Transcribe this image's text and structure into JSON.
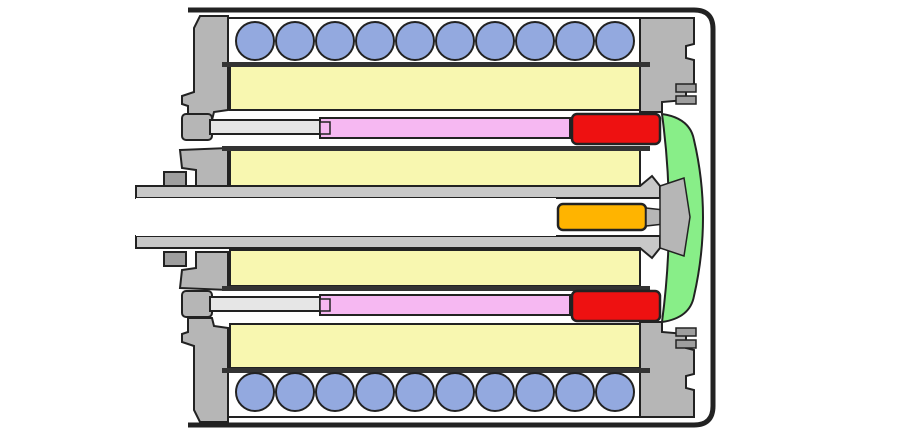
{
  "diagram": {
    "title": "",
    "labels": [],
    "colors": {
      "background": "#ffffff",
      "outline": "#222222",
      "housing": "#b6b6b6",
      "housing_dark": "#9e9e9e",
      "insulation": "#f8f7b0",
      "coil": "#93a9df",
      "rod": "#f6b8f2",
      "magnet": "#ee1111",
      "plug": "#ffb400",
      "lens": "#88ee88",
      "shaft": "#c8c8c8",
      "bore": "#ffffff"
    },
    "parts": [
      {
        "id": "outer-casing",
        "color_key": "outline"
      },
      {
        "id": "end-cap-left",
        "color_key": "housing"
      },
      {
        "id": "end-cap-right",
        "color_key": "housing"
      },
      {
        "id": "coil-winding-top",
        "color_key": "coil",
        "count": 10
      },
      {
        "id": "coil-winding-bottom",
        "color_key": "coil",
        "count": 10
      },
      {
        "id": "insulation-layer",
        "color_key": "insulation",
        "count": 4
      },
      {
        "id": "plunger-rod",
        "color_key": "rod",
        "count": 2
      },
      {
        "id": "magnet-block",
        "color_key": "magnet",
        "count": 2
      },
      {
        "id": "center-plug",
        "color_key": "plug"
      },
      {
        "id": "diaphragm-lens",
        "color_key": "lens"
      },
      {
        "id": "central-shaft",
        "color_key": "shaft"
      }
    ]
  }
}
